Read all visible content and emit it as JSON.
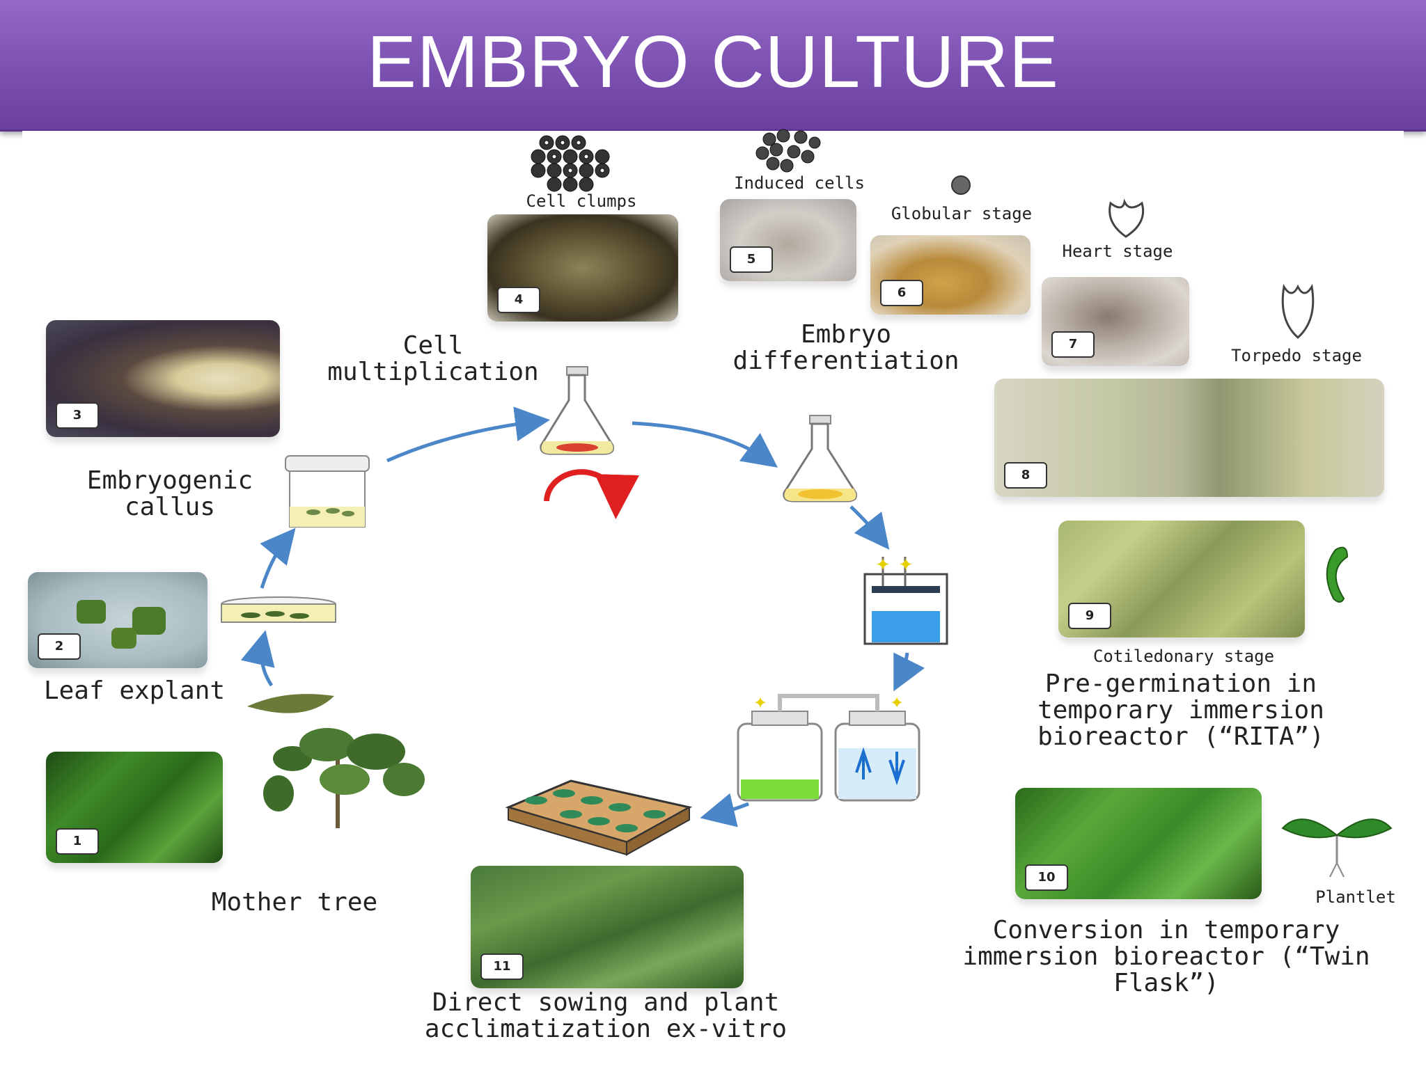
{
  "title": "EMBRYO CULTURE",
  "stages": {
    "mother_tree": "Mother tree",
    "leaf_explant": "Leaf explant",
    "embryogenic_callus": "Embryogenic callus",
    "cell_multiplication": "Cell multiplication",
    "cell_clumps": "Cell clumps",
    "induced_cells": "Induced cells",
    "globular_stage": "Globular stage",
    "heart_stage": "Heart stage",
    "embryo_differentiation": "Embryo differentiation",
    "torpedo_stage": "Torpedo stage",
    "cotiledonary_stage": "Cotiledonary stage",
    "pre_germination": "Pre-germination in temporary immersion bioreactor (“RITA”)",
    "plantlet": "Plantlet",
    "conversion": "Conversion in temporary immersion bioreactor (“Twin Flask”)",
    "direct_sowing": "Direct sowing and plant acclimatization ex-vitro"
  },
  "photos": [
    {
      "number": "1"
    },
    {
      "number": "2"
    },
    {
      "number": "3"
    },
    {
      "number": "4"
    },
    {
      "number": "5"
    },
    {
      "number": "6"
    },
    {
      "number": "7"
    },
    {
      "number": "8"
    },
    {
      "number": "9"
    },
    {
      "number": "10"
    },
    {
      "number": "11"
    }
  ],
  "colors": {
    "banner": "#7b50b0",
    "arrow": "#4a86c8",
    "rotation_arrow": "#e02020",
    "medium_red": "#d94030",
    "medium_yellow": "#f2c230",
    "plant_green": "#3a8a2a"
  }
}
